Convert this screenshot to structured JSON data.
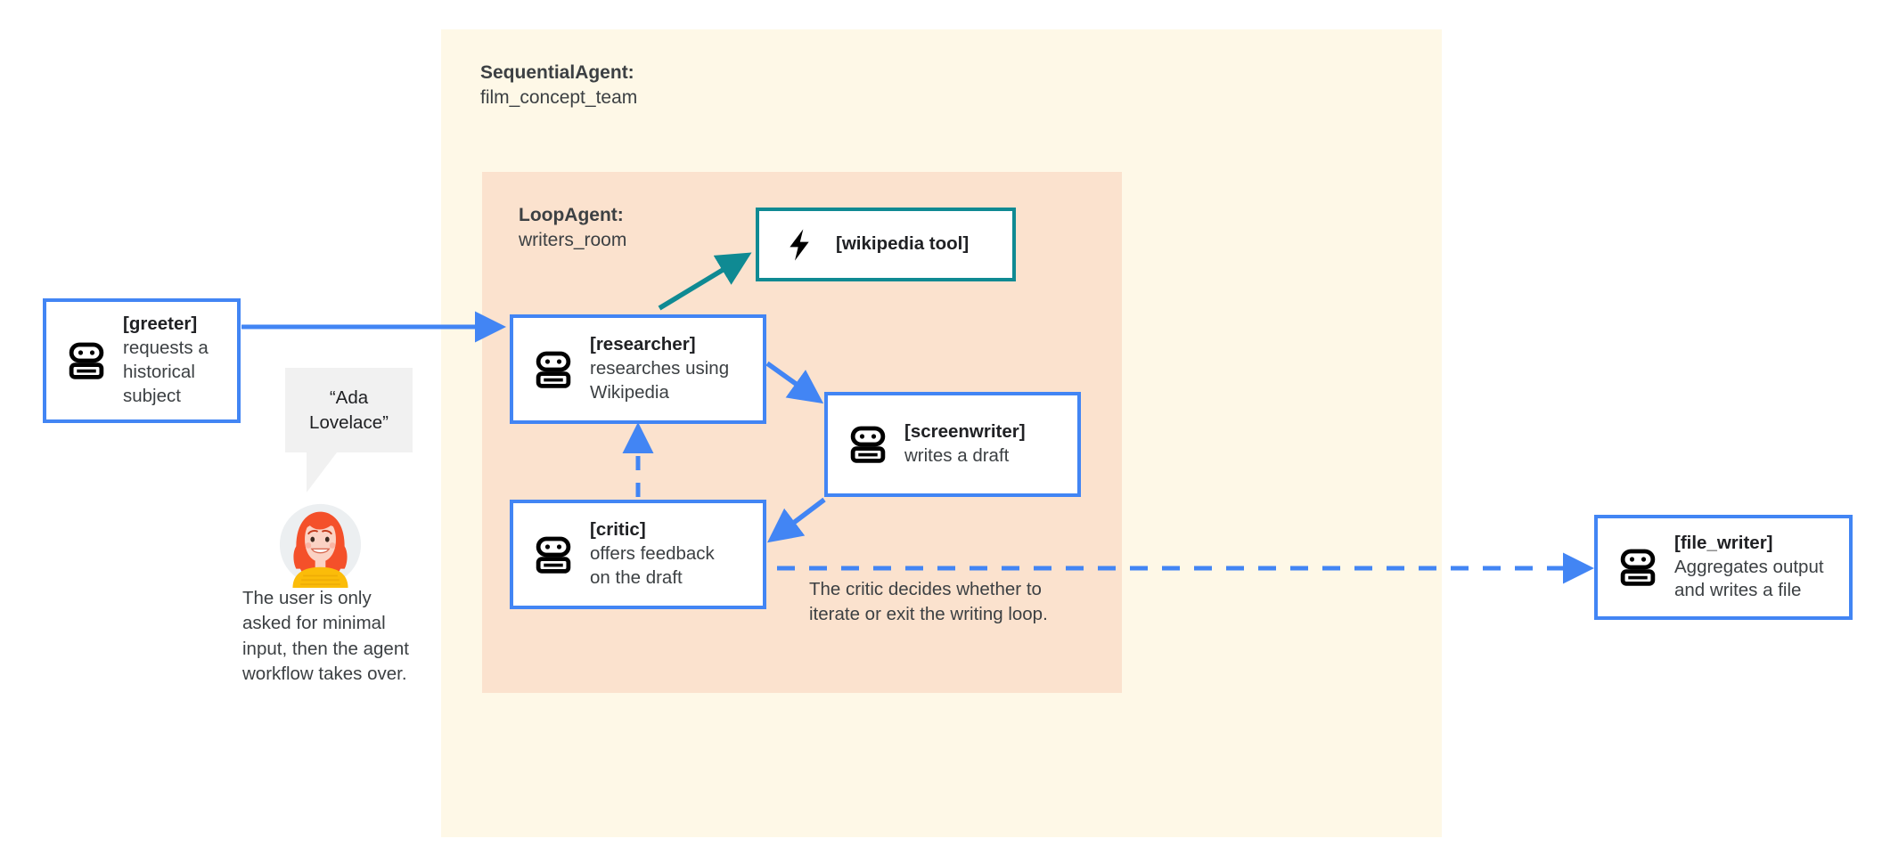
{
  "diagram": {
    "outer_panel": {
      "agent_type": "SequentialAgent:",
      "agent_name": "film_concept_team",
      "bg_color": "#fef8e7"
    },
    "inner_panel": {
      "agent_type": "LoopAgent:",
      "agent_name": "writers_room",
      "bg_color": "#fbe2ce"
    },
    "nodes": [
      {
        "id": "greeter",
        "title": "[greeter]",
        "desc": "requests a\nhistorical\nsubject",
        "icon": "robot-icon",
        "border_color": "#4285f4"
      },
      {
        "id": "researcher",
        "title": "[researcher]",
        "desc": "researches using\nWikipedia",
        "icon": "robot-icon",
        "border_color": "#4285f4"
      },
      {
        "id": "wikipedia",
        "title": "[wikipedia tool]",
        "desc": "",
        "icon": "lightning-icon",
        "border_color": "#0f8a93"
      },
      {
        "id": "screenwriter",
        "title": "[screenwriter]",
        "desc": "writes a draft",
        "icon": "robot-icon",
        "border_color": "#4285f4"
      },
      {
        "id": "critic",
        "title": "[critic]",
        "desc": "offers feedback\non the draft",
        "icon": "robot-icon",
        "border_color": "#4285f4"
      },
      {
        "id": "file_writer",
        "title": "[file_writer]",
        "desc": "Aggregates output\nand writes a file",
        "icon": "robot-icon",
        "border_color": "#4285f4"
      }
    ],
    "speech_bubble": {
      "text": "“Ada\nLovelace”",
      "bg_color": "#f1f1f1"
    },
    "captions": {
      "user_note": "The user is only asked for minimal input, then the agent workflow takes over.",
      "critic_note": "The critic decides whether to iterate or exit the writing loop."
    },
    "edges": [
      {
        "from": "greeter",
        "to": "researcher",
        "style": "solid",
        "color": "#4285f4"
      },
      {
        "from": "researcher",
        "to": "wikipedia",
        "style": "solid",
        "color": "#0f8a93"
      },
      {
        "from": "researcher",
        "to": "screenwriter",
        "style": "solid",
        "color": "#4285f4"
      },
      {
        "from": "screenwriter",
        "to": "critic",
        "style": "solid",
        "color": "#4285f4"
      },
      {
        "from": "critic",
        "to": "researcher",
        "style": "dashed",
        "color": "#4285f4"
      },
      {
        "from": "critic",
        "to": "file_writer",
        "style": "dashed",
        "color": "#4285f4"
      }
    ],
    "avatar": {
      "name": "user-avatar",
      "hair_color": "#f4502a",
      "shirt_color": "#fbbc09",
      "bg_color": "#eceff1"
    }
  }
}
